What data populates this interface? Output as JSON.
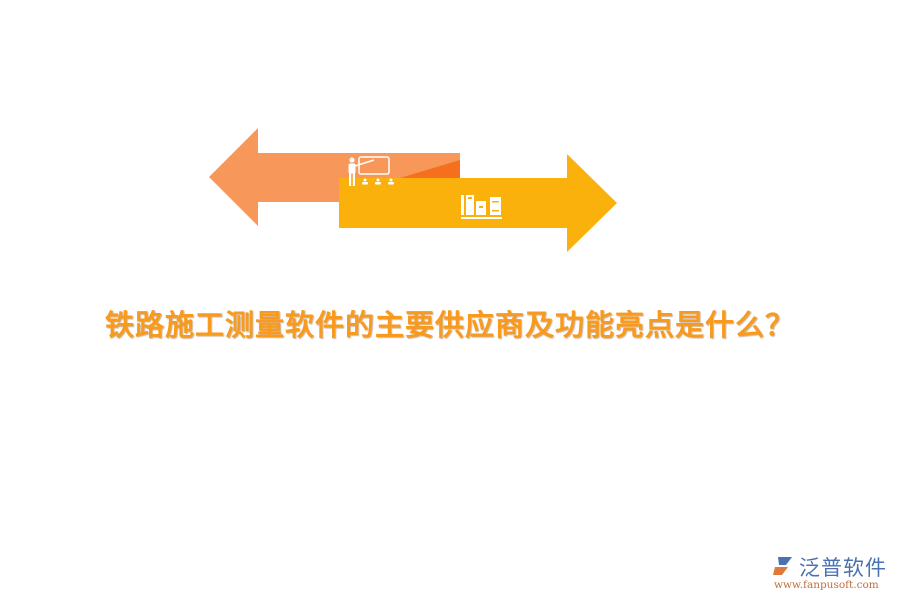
{
  "title": "铁路施工测量软件的主要供应商及功能亮点是什么？",
  "graphic": {
    "left_arrow": {
      "color": "#f7975a",
      "accent": "#f56f1c",
      "icon": "teacher-presentation-icon"
    },
    "right_arrow": {
      "color": "#fbb10c",
      "icon": "books-on-shelf-icon"
    }
  },
  "logo": {
    "name": "泛普软件",
    "url": "www.fanpusoft.com",
    "icon": "fanpu-logo-icon",
    "name_color": "#4a72b0",
    "url_color": "#c0703a"
  }
}
